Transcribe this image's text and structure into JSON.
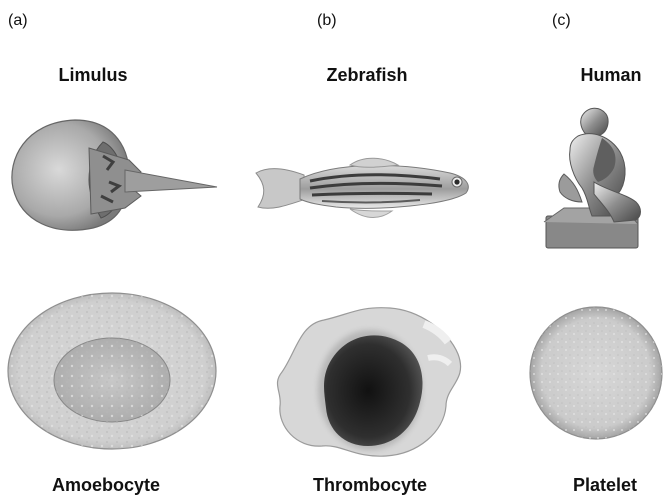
{
  "panels": [
    {
      "tag": "(a)",
      "organism": "Limulus",
      "cell": "Amoebocyte"
    },
    {
      "tag": "(b)",
      "organism": "Zebrafish",
      "cell": "Thrombocyte"
    },
    {
      "tag": "(c)",
      "organism": "Human",
      "cell": "Platelet"
    }
  ],
  "icons": {
    "organism_a": "horseshoe-crab-icon",
    "organism_b": "zebrafish-icon",
    "organism_c": "thinker-statue-icon",
    "cell_a": "amoebocyte-cell-icon",
    "cell_b": "thrombocyte-cell-icon",
    "cell_c": "platelet-cell-icon"
  }
}
